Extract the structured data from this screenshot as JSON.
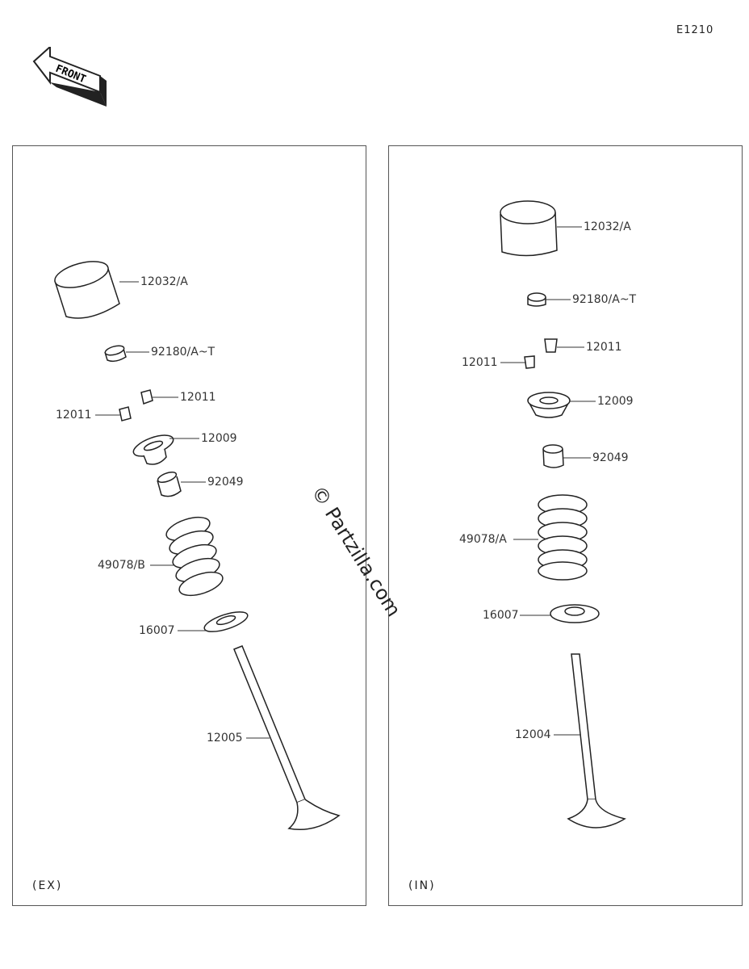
{
  "diagram_code": "E1210",
  "front_label": "FRONT",
  "watermark": "© Partzilla.com",
  "panels": {
    "ex": {
      "label": "(EX)",
      "parts": [
        "12032/A",
        "92180/A~T",
        "12011",
        "12011",
        "12009",
        "92049",
        "49078/B",
        "16007",
        "12005"
      ]
    },
    "in": {
      "label": "(IN)",
      "parts": [
        "12032/A",
        "92180/A~T",
        "12011",
        "12011",
        "12009",
        "92049",
        "49078/A",
        "16007",
        "12004"
      ]
    }
  }
}
